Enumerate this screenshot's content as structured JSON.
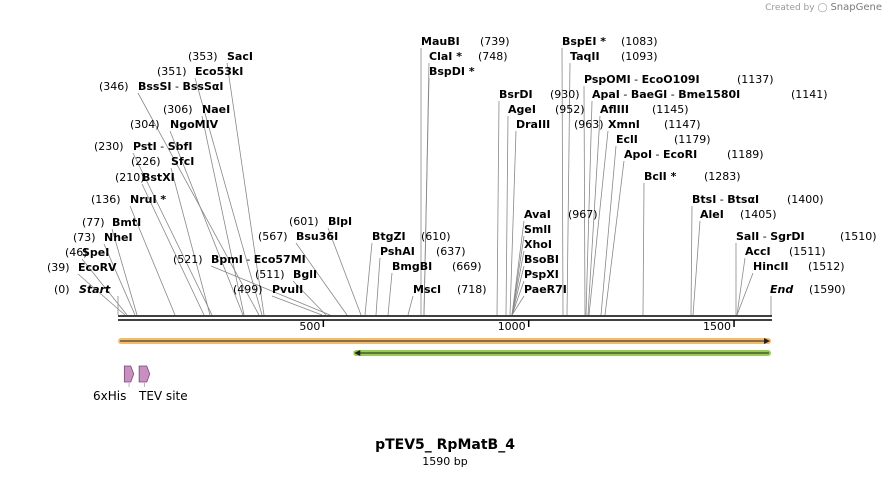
{
  "app": {
    "brand_prefix": "Created by",
    "brand_name": "SnapGene"
  },
  "map": {
    "title": "pTEV5_ RpMatB_4",
    "length_label": "1590 bp",
    "length": 1590
  },
  "ticks": [
    "500",
    "1000",
    "1500"
  ],
  "terminals": {
    "start": {
      "name": "Start",
      "pos": "(0)"
    },
    "end": {
      "name": "End",
      "pos": "(1590)"
    }
  },
  "enzymes": [
    {
      "parts": [
        "EcoRV"
      ],
      "pos": "(39)",
      "site": 39
    },
    {
      "parts": [
        "SpeI"
      ],
      "pos": "(46)",
      "site": 46
    },
    {
      "parts": [
        "NheI"
      ],
      "pos": "(73)",
      "site": 73
    },
    {
      "parts": [
        "BmtI"
      ],
      "pos": "(77)",
      "site": 77
    },
    {
      "parts": [
        "NruI *"
      ],
      "pos": "(136)",
      "site": 136
    },
    {
      "parts": [
        "BstXI"
      ],
      "pos": "(210)",
      "site": 210
    },
    {
      "parts": [
        "SfcI"
      ],
      "pos": "(226)",
      "site": 226
    },
    {
      "parts": [
        "PstI",
        "SbfI"
      ],
      "pos": "(230)",
      "site": 230
    },
    {
      "parts": [
        "NgoMIV"
      ],
      "pos": "(304)",
      "site": 304
    },
    {
      "parts": [
        "NaeI"
      ],
      "pos": "(306)",
      "site": 306
    },
    {
      "parts": [
        "BssSI",
        "BssSαI"
      ],
      "pos": "(346)",
      "site": 346
    },
    {
      "parts": [
        "Eco53kI"
      ],
      "pos": "(351)",
      "site": 351
    },
    {
      "parts": [
        "SacI"
      ],
      "pos": "(353)",
      "site": 353
    },
    {
      "parts": [
        "PvuII"
      ],
      "pos": "(499)",
      "site": 499
    },
    {
      "parts": [
        "BglI"
      ],
      "pos": "(511)",
      "site": 511
    },
    {
      "parts": [
        "BpmI",
        "Eco57MI"
      ],
      "pos": "(521)",
      "site": 521
    },
    {
      "parts": [
        "Bsu36I"
      ],
      "pos": "(567)",
      "site": 567
    },
    {
      "parts": [
        "BlpI"
      ],
      "pos": "(601)",
      "site": 601
    },
    {
      "parts": [
        "BtgZI"
      ],
      "pos": "(610)",
      "site": 610
    },
    {
      "parts": [
        "PshAI"
      ],
      "pos": "(637)",
      "site": 637
    },
    {
      "parts": [
        "BmgBI"
      ],
      "pos": "(669)",
      "site": 669
    },
    {
      "parts": [
        "MscI"
      ],
      "pos": "(718)",
      "site": 718
    },
    {
      "parts": [
        "MauBI"
      ],
      "pos": "(739)",
      "site": 739
    },
    {
      "parts": [
        "ClaI *"
      ],
      "pos": "(748)",
      "site": 748
    },
    {
      "parts": [
        "BspDI *"
      ],
      "pos": "",
      "site": 748
    },
    {
      "parts": [
        "BsrDI"
      ],
      "pos": "(930)",
      "site": 930
    },
    {
      "parts": [
        "AgeI"
      ],
      "pos": "(952)",
      "site": 952
    },
    {
      "parts": [
        "DraIII"
      ],
      "pos": "(963)",
      "site": 963
    },
    {
      "parts": [
        "AvaI"
      ],
      "pos": "(967)",
      "site": 967
    },
    {
      "parts": [
        "SmlI"
      ],
      "pos": "",
      "site": 967
    },
    {
      "parts": [
        "XhoI"
      ],
      "pos": "",
      "site": 967
    },
    {
      "parts": [
        "BsoBI"
      ],
      "pos": "",
      "site": 967
    },
    {
      "parts": [
        "PspXI"
      ],
      "pos": "",
      "site": 967
    },
    {
      "parts": [
        "PaeR7I"
      ],
      "pos": "",
      "site": 967
    },
    {
      "parts": [
        "BspEI *"
      ],
      "pos": "(1083)",
      "site": 1083
    },
    {
      "parts": [
        "TaqII"
      ],
      "pos": "(1093)",
      "site": 1093
    },
    {
      "parts": [
        "PspOMI",
        "EcoO109I"
      ],
      "pos": "(1137)",
      "site": 1137
    },
    {
      "parts": [
        "ApaI",
        "BaeGI",
        "Bme1580I"
      ],
      "pos": "(1141)",
      "site": 1141
    },
    {
      "parts": [
        "AflIII"
      ],
      "pos": "(1145)",
      "site": 1145
    },
    {
      "parts": [
        "XmnI"
      ],
      "pos": "(1147)",
      "site": 1147
    },
    {
      "parts": [
        "EclI"
      ],
      "pos": "(1179)",
      "site": 1179
    },
    {
      "parts": [
        "ApoI",
        "EcoRI"
      ],
      "pos": "(1189)",
      "site": 1189
    },
    {
      "parts": [
        "BclI *"
      ],
      "pos": "(1283)",
      "site": 1283
    },
    {
      "parts": [
        "BtsI",
        "BtsαI"
      ],
      "pos": "(1400)",
      "site": 1400
    },
    {
      "parts": [
        "AleI"
      ],
      "pos": "(1405)",
      "site": 1405
    },
    {
      "parts": [
        "SalI",
        "SgrDI"
      ],
      "pos": "(1510)",
      "site": 1510
    },
    {
      "parts": [
        "AccI"
      ],
      "pos": "(1511)",
      "site": 1511
    },
    {
      "parts": [
        "HincII"
      ],
      "pos": "(1512)",
      "site": 1512
    }
  ],
  "features": [
    {
      "name": "6xHis",
      "from": 13,
      "to": 31,
      "color": "#c98fc0"
    },
    {
      "name": "TEV site",
      "from": 49,
      "to": 70,
      "color": "#c98fc0"
    }
  ],
  "orfs": [
    {
      "from": 0,
      "to": 1590,
      "strand": "forward",
      "color": "#f2b45a"
    },
    {
      "from": 573,
      "to": 1590,
      "strand": "reverse",
      "color": "#8cc63f"
    }
  ]
}
